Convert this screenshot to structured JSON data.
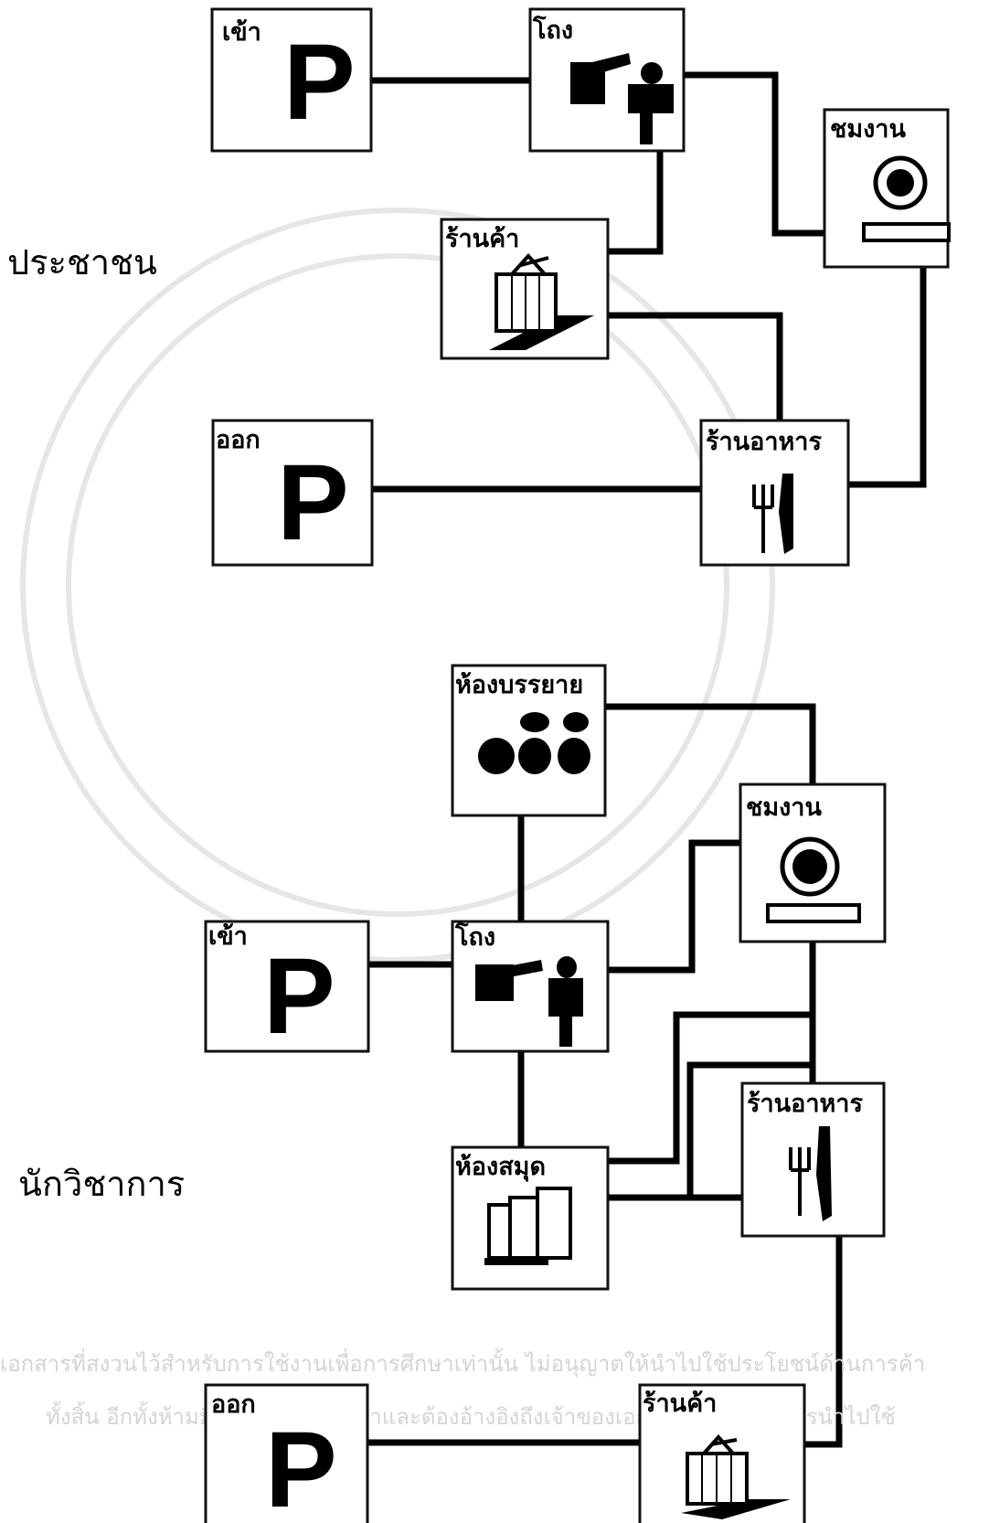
{
  "groups": {
    "public": "ประชาชน",
    "academic": "นักวิชาการ"
  },
  "nodes": {
    "pub_enter": "เข้า",
    "pub_lobby": "โถง",
    "pub_exhibit": "ชมงาน",
    "pub_shop": "ร้านค้า",
    "pub_exit": "ออก",
    "pub_restaurant": "ร้านอาหาร",
    "ac_lecture": "ห้องบรรยาย",
    "ac_exhibit": "ชมงาน",
    "ac_enter": "เข้า",
    "ac_lobby": "โถง",
    "ac_restaurant": "ร้านอาหาร",
    "ac_library": "ห้องสมุด",
    "ac_exit": "ออก",
    "ac_shop": "ร้านค้า"
  },
  "parking_symbol": "P",
  "icons": {
    "parking": "parking-sign-icon",
    "lobby": "reception-people-icon",
    "exhibit": "display-exhibit-icon",
    "shop": "gift-box-icon",
    "restaurant": "fork-knife-icon",
    "lecture": "audience-icon",
    "library": "books-icon"
  },
  "watermark": {
    "line1": "เอกสารที่สงวนไว้สำหรับการใช้งานเพื่อการศึกษาเท่านั้น ไม่อนุญาตให้นำไปใช้ประโยชน์ด้านการค้า",
    "line2": "ทั้งสิ้น อีกทั้งห้ามมิให้ตัดแปลงเนื้อหาและต้องอ้างอิงถึงเจ้าของเอกสารทุกครั้งที่มีการนำไปใช้"
  },
  "colors": {
    "ink": "#000000",
    "background": "#ffffff",
    "watermark": "#d4d4d4"
  }
}
